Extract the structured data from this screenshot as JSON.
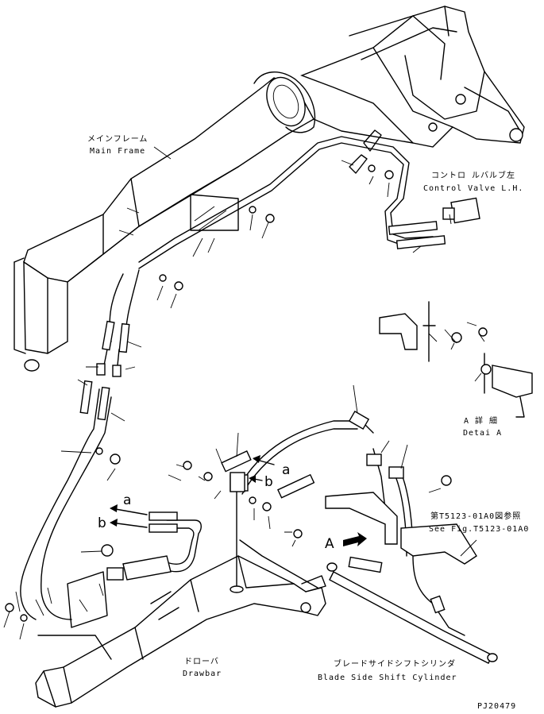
{
  "labels": {
    "main_frame_jp": "メインフレーム",
    "main_frame_en": "Main Frame",
    "control_valve_jp": "コントロ ルバルブ左",
    "control_valve_en": "Control Valve L.H.",
    "detail_jp": "A 詳 細",
    "detail_en": "Detai A",
    "see_fig_jp": "第T5123-01A0図参照",
    "see_fig_en": "See Fig.T5123-01A0",
    "drawbar_jp": "ドローバ",
    "drawbar_en": "Drawbar",
    "blade_cyl_jp": "ブレードサイドシフトシリンダ",
    "blade_cyl_en": "Blade Side Shift Cylinder",
    "view_a": "A",
    "conn_a_upper": "a",
    "conn_b_upper": "b",
    "conn_a_lower": "a",
    "conn_b_lower": "b",
    "drawing_no": "PJ20479"
  }
}
